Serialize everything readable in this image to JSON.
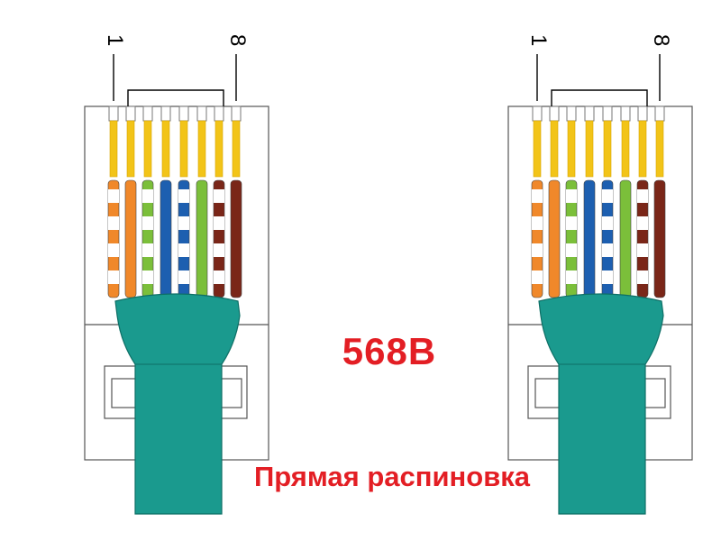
{
  "title": "568B",
  "caption": "Прямая распиновка",
  "pin_labels": {
    "first": "1",
    "last": "8"
  },
  "colors": {
    "white": "#ffffff",
    "orange": "#f0882a",
    "green": "#7bbf3a",
    "blue": "#1d5fb0",
    "brown": "#7a2618",
    "gold": "#f2c418",
    "cable": "#1a9a8e",
    "label": "#e31e24"
  },
  "wire_order": [
    {
      "pin": 1,
      "base": "orange",
      "striped": true
    },
    {
      "pin": 2,
      "base": "orange",
      "striped": false
    },
    {
      "pin": 3,
      "base": "green",
      "striped": true
    },
    {
      "pin": 4,
      "base": "blue",
      "striped": false
    },
    {
      "pin": 5,
      "base": "blue",
      "striped": true
    },
    {
      "pin": 6,
      "base": "green",
      "striped": false
    },
    {
      "pin": 7,
      "base": "brown",
      "striped": true
    },
    {
      "pin": 8,
      "base": "brown",
      "striped": false
    }
  ],
  "connectors": [
    "left",
    "right"
  ]
}
